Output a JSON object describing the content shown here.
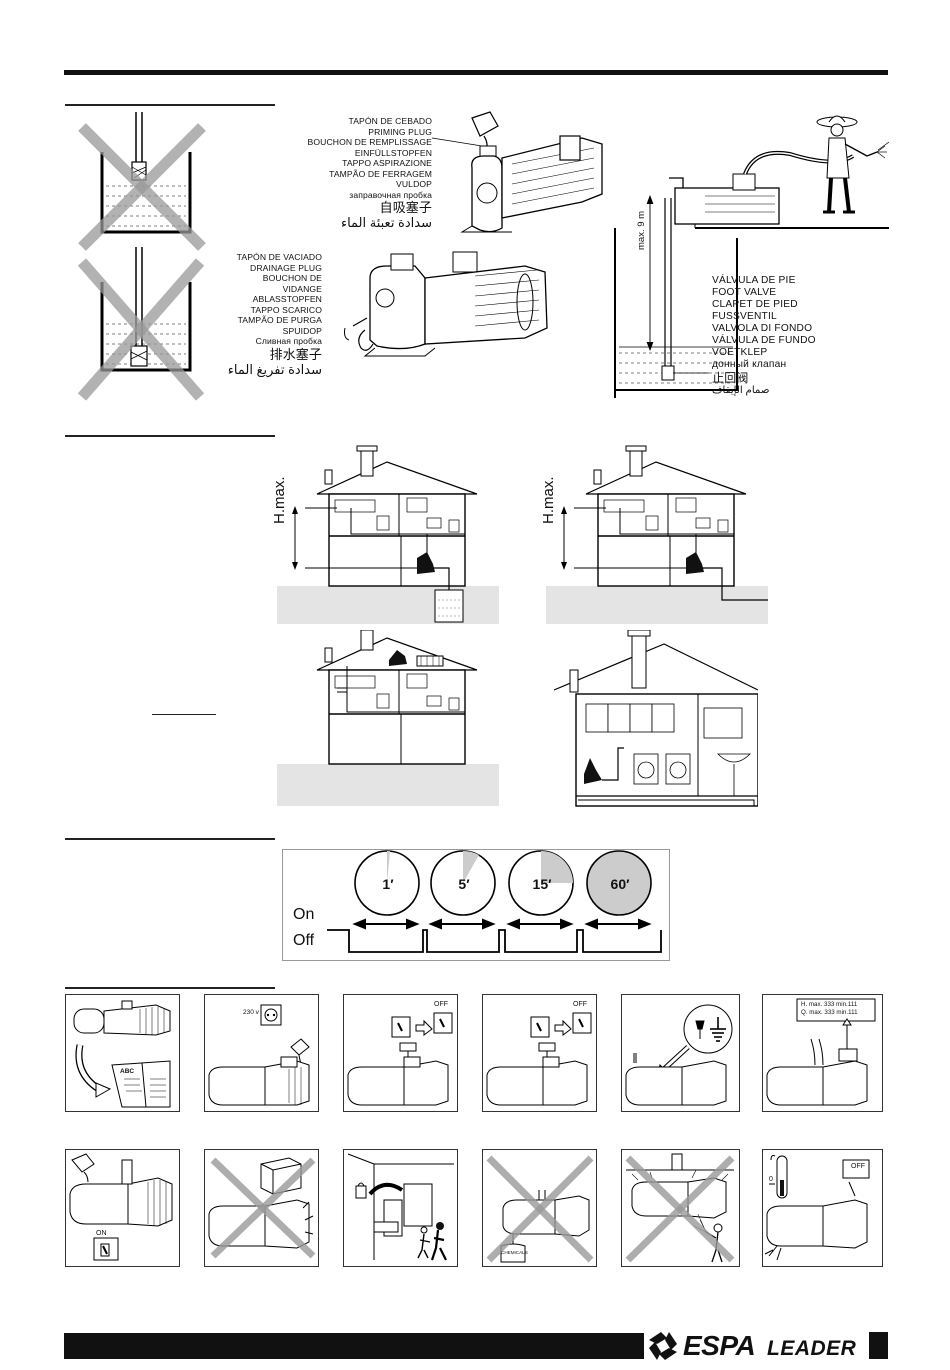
{
  "priming_labels": [
    "TAPÓN DE CEBADO",
    "PRIMING PLUG",
    "BOUCHON DE REMPLISSAGE",
    "EINFÜLLSTOPFEN",
    "TAPPO ASPIRAZIONE",
    "TAMPÃO DE FERRAGEM",
    "VULDOP",
    "заправочная пробка",
    "自吸塞子",
    "سدادة تعبئة الماء"
  ],
  "drain_labels": [
    "TAPÓN DE VACIADO",
    "DRAINAGE PLUG",
    "BOUCHON DE VIDANGE",
    "ABLASSTOPFEN",
    "TAPPO SCARICO",
    "TAMPÃO DE PURGA",
    "SPUIDOP",
    "Сливная пробка",
    "排水塞子",
    "سدادة تفريغ الماء"
  ],
  "foot_valve_labels": [
    "VÁLVULA DE PIE",
    "FOOT VALVE",
    "CLAPET DE PIED",
    "FUSSVENTIL",
    "VALVOLA DI FONDO",
    "VÁLVULA DE FUNDO",
    "VOETKLEP",
    "донный клапан",
    "止回阀",
    "صمام الإيقاف"
  ],
  "max_depth": "max. 9 m",
  "hmax": "H.max.",
  "timer": {
    "on": "On",
    "off": "Off",
    "dials": [
      "1′",
      "5′",
      "15′",
      "60′"
    ]
  },
  "icons": {
    "voltage": "230 v",
    "off": "OFF",
    "on": "ON",
    "spec_h": "H. max. 333 min.111",
    "spec_q": "Q. max. 333 min.111",
    "abc": "ABC",
    "chemicals": "CHEMICALS"
  },
  "brand": {
    "name": "ESPA",
    "model": "LEADER"
  }
}
